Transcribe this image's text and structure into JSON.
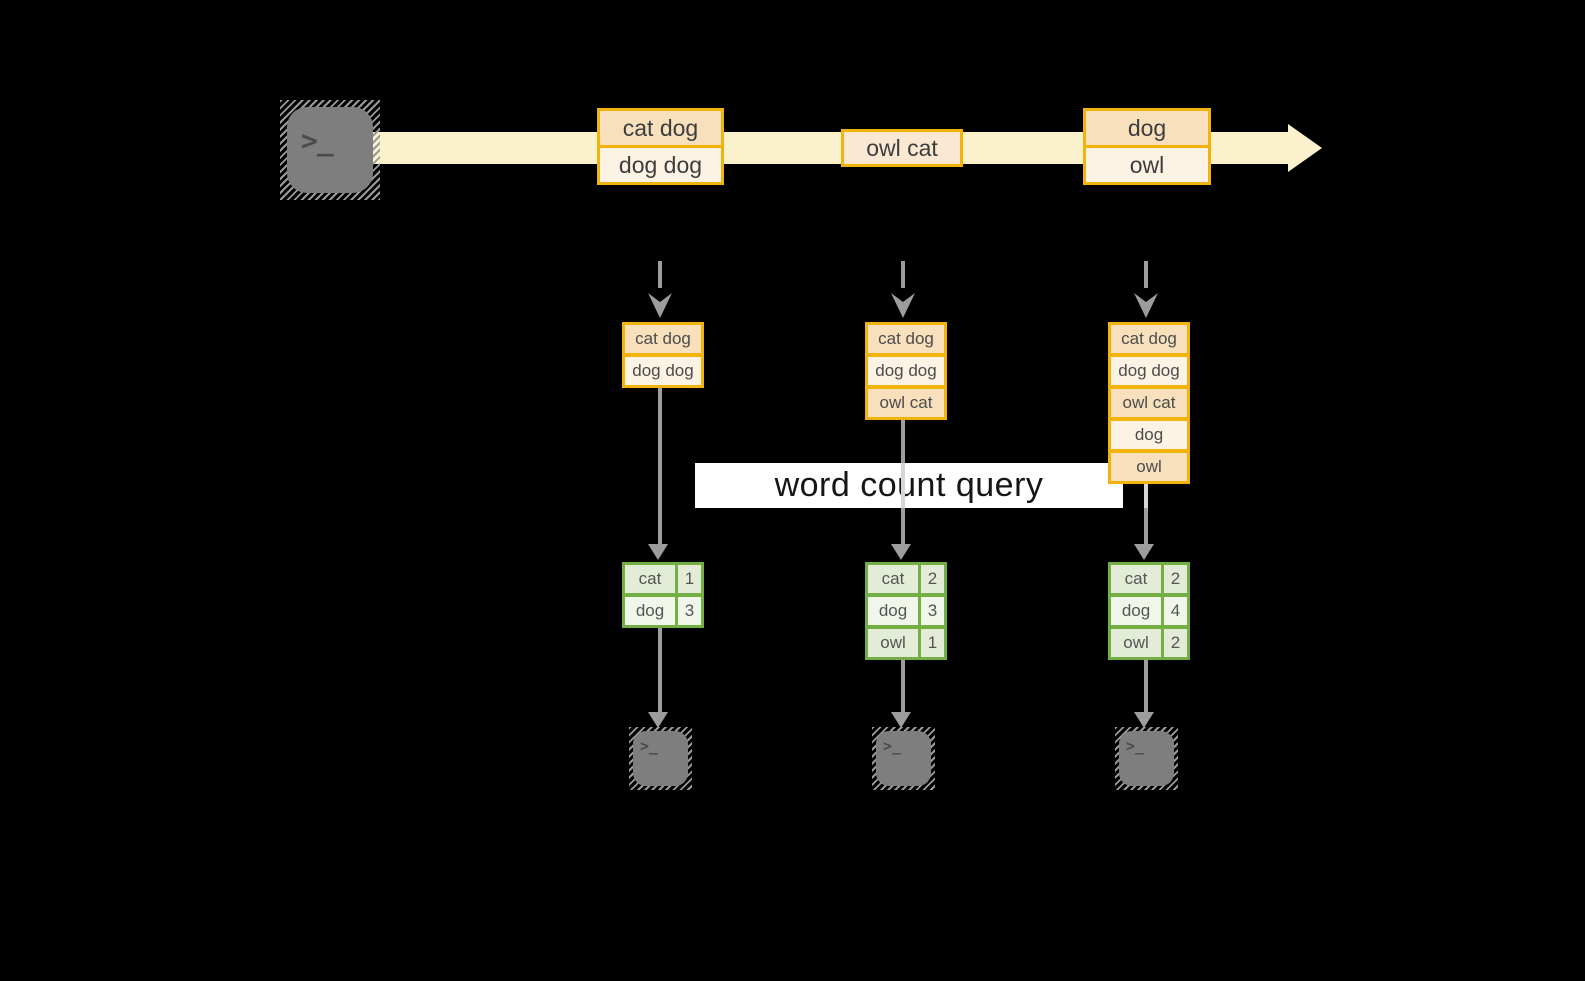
{
  "query_label": "word count query",
  "terminal_glyph": ">_",
  "colors": {
    "background": "#000000",
    "stream_band": "#fbf2cd",
    "record_border": "#f2b30c",
    "record_fill_dark": "#f8e0bd",
    "record_fill_light": "#fdf3e4",
    "table_border": "#73af43",
    "table_row_dark": "#e3ecd7",
    "table_row_light": "#f1f6eb",
    "connector_gray": "#9d9d9d",
    "terminal_gray": "#7e7e7e"
  },
  "timeline": {
    "batches": [
      {
        "records": [
          "cat dog",
          "dog dog"
        ]
      },
      {
        "records": [
          "owl cat"
        ]
      },
      {
        "records": [
          "dog",
          "owl"
        ]
      }
    ]
  },
  "columns": [
    {
      "stack": [
        "cat dog",
        "dog dog"
      ],
      "counts": [
        {
          "word": "cat",
          "count": "1"
        },
        {
          "word": "dog",
          "count": "3"
        }
      ]
    },
    {
      "stack": [
        "cat dog",
        "dog dog",
        "owl cat"
      ],
      "counts": [
        {
          "word": "cat",
          "count": "2"
        },
        {
          "word": "dog",
          "count": "3"
        },
        {
          "word": "owl",
          "count": "1"
        }
      ]
    },
    {
      "stack": [
        "cat dog",
        "dog dog",
        "owl cat",
        "dog",
        "owl"
      ],
      "counts": [
        {
          "word": "cat",
          "count": "2"
        },
        {
          "word": "dog",
          "count": "4"
        },
        {
          "word": "owl",
          "count": "2"
        }
      ]
    }
  ]
}
